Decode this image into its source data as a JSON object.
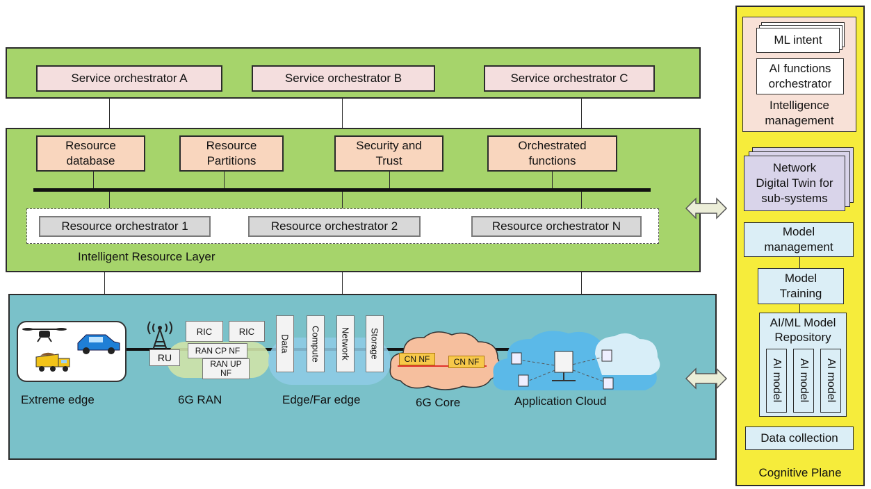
{
  "service_layer": {
    "orchestrators": [
      "Service orchestrator A",
      "Service orchestrator B",
      "Service orchestrator C"
    ]
  },
  "resource_layer": {
    "title": "Intelligent Resource Layer",
    "functions": [
      {
        "line1": "Resource",
        "line2": "database"
      },
      {
        "line1": "Resource",
        "line2": "Partitions"
      },
      {
        "line1": "Security and",
        "line2": "Trust"
      },
      {
        "line1": "Orchestrated",
        "line2": "functions"
      }
    ],
    "orchestrators": [
      "Resource orchestrator  1",
      "Resource orchestrator  2",
      "Resource orchestrator  N"
    ]
  },
  "infrastructure": {
    "labels": {
      "extreme_edge": "Extreme edge",
      "ran": "6G RAN",
      "edge": "Edge/Far edge",
      "core": "6G Core",
      "cloud": "Application Cloud"
    },
    "ran": {
      "ru": "RU",
      "ric1": "RIC",
      "ric2": "RIC",
      "cp_nf": "RAN CP NF",
      "up_nf_line1": "RAN UP",
      "up_nf_line2": "NF"
    },
    "edge_resources": [
      "Data",
      "Compute",
      "Network",
      "Storage"
    ],
    "core_nfs": [
      "CN NF",
      "CN NF"
    ]
  },
  "cognitive_plane": {
    "title": "Cognitive Plane",
    "ml_intent": "ML intent",
    "ai_func_line1": "AI functions",
    "ai_func_line2": "orchestrator",
    "intel_line1": "Intelligence",
    "intel_line2": "management",
    "twin_line1": "Network",
    "twin_line2": "Digital Twin for",
    "twin_line3": "sub-systems",
    "model_mgmt_line1": "Model",
    "model_mgmt_line2": "management",
    "model_train_line1": "Model",
    "model_train_line2": "Training",
    "repo_line1": "AI/ML Model",
    "repo_line2": "Repository",
    "ai_models": [
      "AI model",
      "AI model",
      "AI model"
    ],
    "data_collection": "Data collection"
  },
  "colors": {
    "layer_green": "#a6d46b",
    "infra_blue": "#7ac1c9",
    "cognitive_yellow": "#f6ec3b"
  }
}
